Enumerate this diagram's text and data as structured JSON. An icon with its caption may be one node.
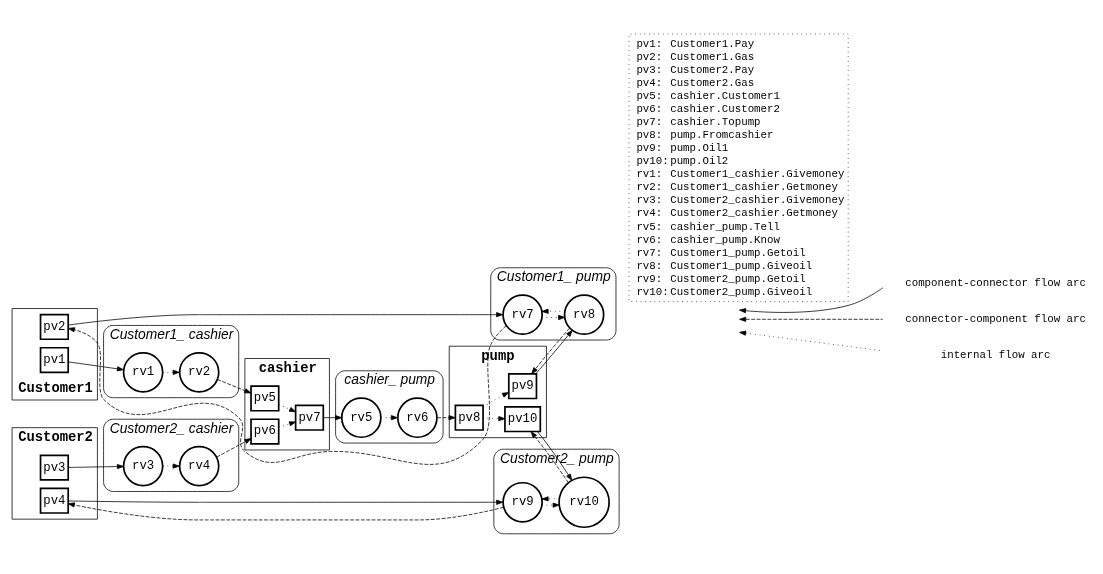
{
  "diagram": {
    "nodes": [
      {
        "text": [
          "Customer1"
        ]
      },
      {
        "text": [
          "pv2"
        ],
        "in": 0
      },
      {
        "text": [
          "pv1"
        ],
        "in": 0
      },
      {
        "text": [
          "Customer1_ cashier"
        ]
      },
      {
        "text": [
          "rv1"
        ],
        "in": 3
      },
      {
        "text": [
          "rv2"
        ],
        "in": 3
      },
      {
        "text": [
          "Customer1_ pump"
        ]
      },
      {
        "text": [
          "rv7"
        ],
        "in": 6
      },
      {
        "text": [
          "rv8"
        ],
        "in": 6
      },
      {
        "text": [
          "cashier"
        ]
      },
      {
        "text": [
          "pv5"
        ],
        "in": 9
      },
      {
        "text": [
          "pv6"
        ],
        "in": 9
      },
      {
        "text": [
          "pv7"
        ],
        "in": 9
      },
      {
        "text": [
          "cashier_ pump"
        ]
      },
      {
        "text": [
          "rv5"
        ],
        "in": 13
      },
      {
        "text": [
          "rv6"
        ],
        "in": 13
      },
      {
        "text": [
          "pump"
        ]
      },
      {
        "text": [
          "pv9"
        ],
        "in": 16
      },
      {
        "text": [
          "pv8"
        ],
        "in": 16
      },
      {
        "text": [
          "pv10"
        ],
        "in": 16
      },
      {
        "text": [
          "Customer2"
        ]
      },
      {
        "text": [
          "pv3"
        ],
        "in": 20
      },
      {
        "text": [
          "pv4"
        ],
        "in": 20
      },
      {
        "text": [
          "Customer2_ cashier"
        ]
      },
      {
        "text": [
          "rv4"
        ],
        "in": 23
      },
      {
        "text": [
          "rv3"
        ],
        "in": 23
      },
      {
        "text": [
          "Customer2_ pump"
        ]
      },
      {
        "text": [
          "rv10"
        ],
        "in": 26
      },
      {
        "text": [
          "rv9"
        ],
        "in": 26
      }
    ],
    "edges": [
      {
        "from": 1,
        "to": 7,
        "arrow": "to"
      },
      {
        "from": 7,
        "to": 1,
        "arrow": "to",
        "style": "dashed"
      },
      {
        "from": 2,
        "to": 4,
        "arrow": "to"
      },
      {
        "from": 4,
        "to": 5,
        "arrow": "to",
        "style": "dashed"
      },
      {
        "from": 5,
        "to": 10,
        "arrow": "to",
        "style": "dashed"
      },
      {
        "from": 10,
        "to": 12,
        "arrow": "to",
        "style": "dashed"
      },
      {
        "from": 11,
        "to": 12,
        "arrow": "to",
        "style": "dashed"
      },
      {
        "from": 12,
        "to": 14,
        "arrow": "to"
      },
      {
        "from": 14,
        "to": 15,
        "arrow": "to",
        "style": "dashed"
      },
      {
        "from": 15,
        "to": 18,
        "arrow": "to",
        "style": "dashed"
      },
      {
        "from": 18,
        "to": 17,
        "arrow": "to",
        "style": "dashed"
      },
      {
        "from": 18,
        "to": 19,
        "arrow": "to",
        "style": "dashed"
      },
      {
        "from": 7,
        "to": 8,
        "arrow": "to",
        "style": "dashed"
      },
      {
        "from": 8,
        "to": 7,
        "arrow": "to",
        "style": "dashed"
      },
      {
        "from": 8,
        "to": 17,
        "arrow": "to",
        "style": "dashed"
      },
      {
        "from": 17,
        "to": 8,
        "arrow": "to"
      },
      {
        "from": 19,
        "to": 27,
        "arrow": "to"
      },
      {
        "from": 27,
        "to": 19,
        "arrow": "to",
        "style": "dashed"
      },
      {
        "from": 28,
        "to": 27,
        "arrow": "to",
        "style": "dashed"
      },
      {
        "from": 27,
        "to": 28,
        "arrow": "to",
        "style": "dashed"
      },
      {
        "from": 21,
        "to": 25,
        "arrow": "to"
      },
      {
        "from": 25,
        "to": 24,
        "arrow": "to",
        "style": "dashed"
      },
      {
        "from": 24,
        "to": 11,
        "arrow": "to",
        "style": "dashed"
      },
      {
        "from": 22,
        "to": 28,
        "arrow": "to"
      },
      {
        "from": 28,
        "to": 22,
        "arrow": "to",
        "style": "dashed"
      }
    ],
    "labels": [
      "pv1:",
      "Customer1.Pay",
      "pv2:",
      "Customer1.Gas",
      "pv3:",
      "Customer2.Pay",
      "pv4:",
      "Customer2.Gas",
      "pv5:",
      "cashier.Customer1",
      "pv6:",
      "cashier.Customer2",
      "pv7:",
      "cashier.Topump",
      "pv8:",
      "pump.Fromcashier",
      "pv9:",
      "pump.Oil1",
      "pv10:",
      "pump.Oil2",
      "rv1:",
      "Customer1_cashier.Givemoney",
      "rv2:",
      "Customer1_cashier.Getmoney",
      "rv3:",
      "Customer2_cashier.Givemoney",
      "rv4:",
      "Customer2_cashier.Getmoney",
      "rv5:",
      "cashier_pump.Tell",
      "rv6:",
      "cashier_pump.Know",
      "rv7:",
      "Customer1_pump.Getoil",
      "rv8:",
      "Customer1_pump.Giveoil",
      "rv9:",
      "Customer2_pump.Getoil",
      "rv10:",
      "Customer2_pump.Giveoil"
    ],
    "legend": [
      {
        "text": "component-connector flow arc"
      },
      {
        "text": "connector-component flow arc"
      },
      {
        "text": "internal flow arc"
      }
    ]
  }
}
